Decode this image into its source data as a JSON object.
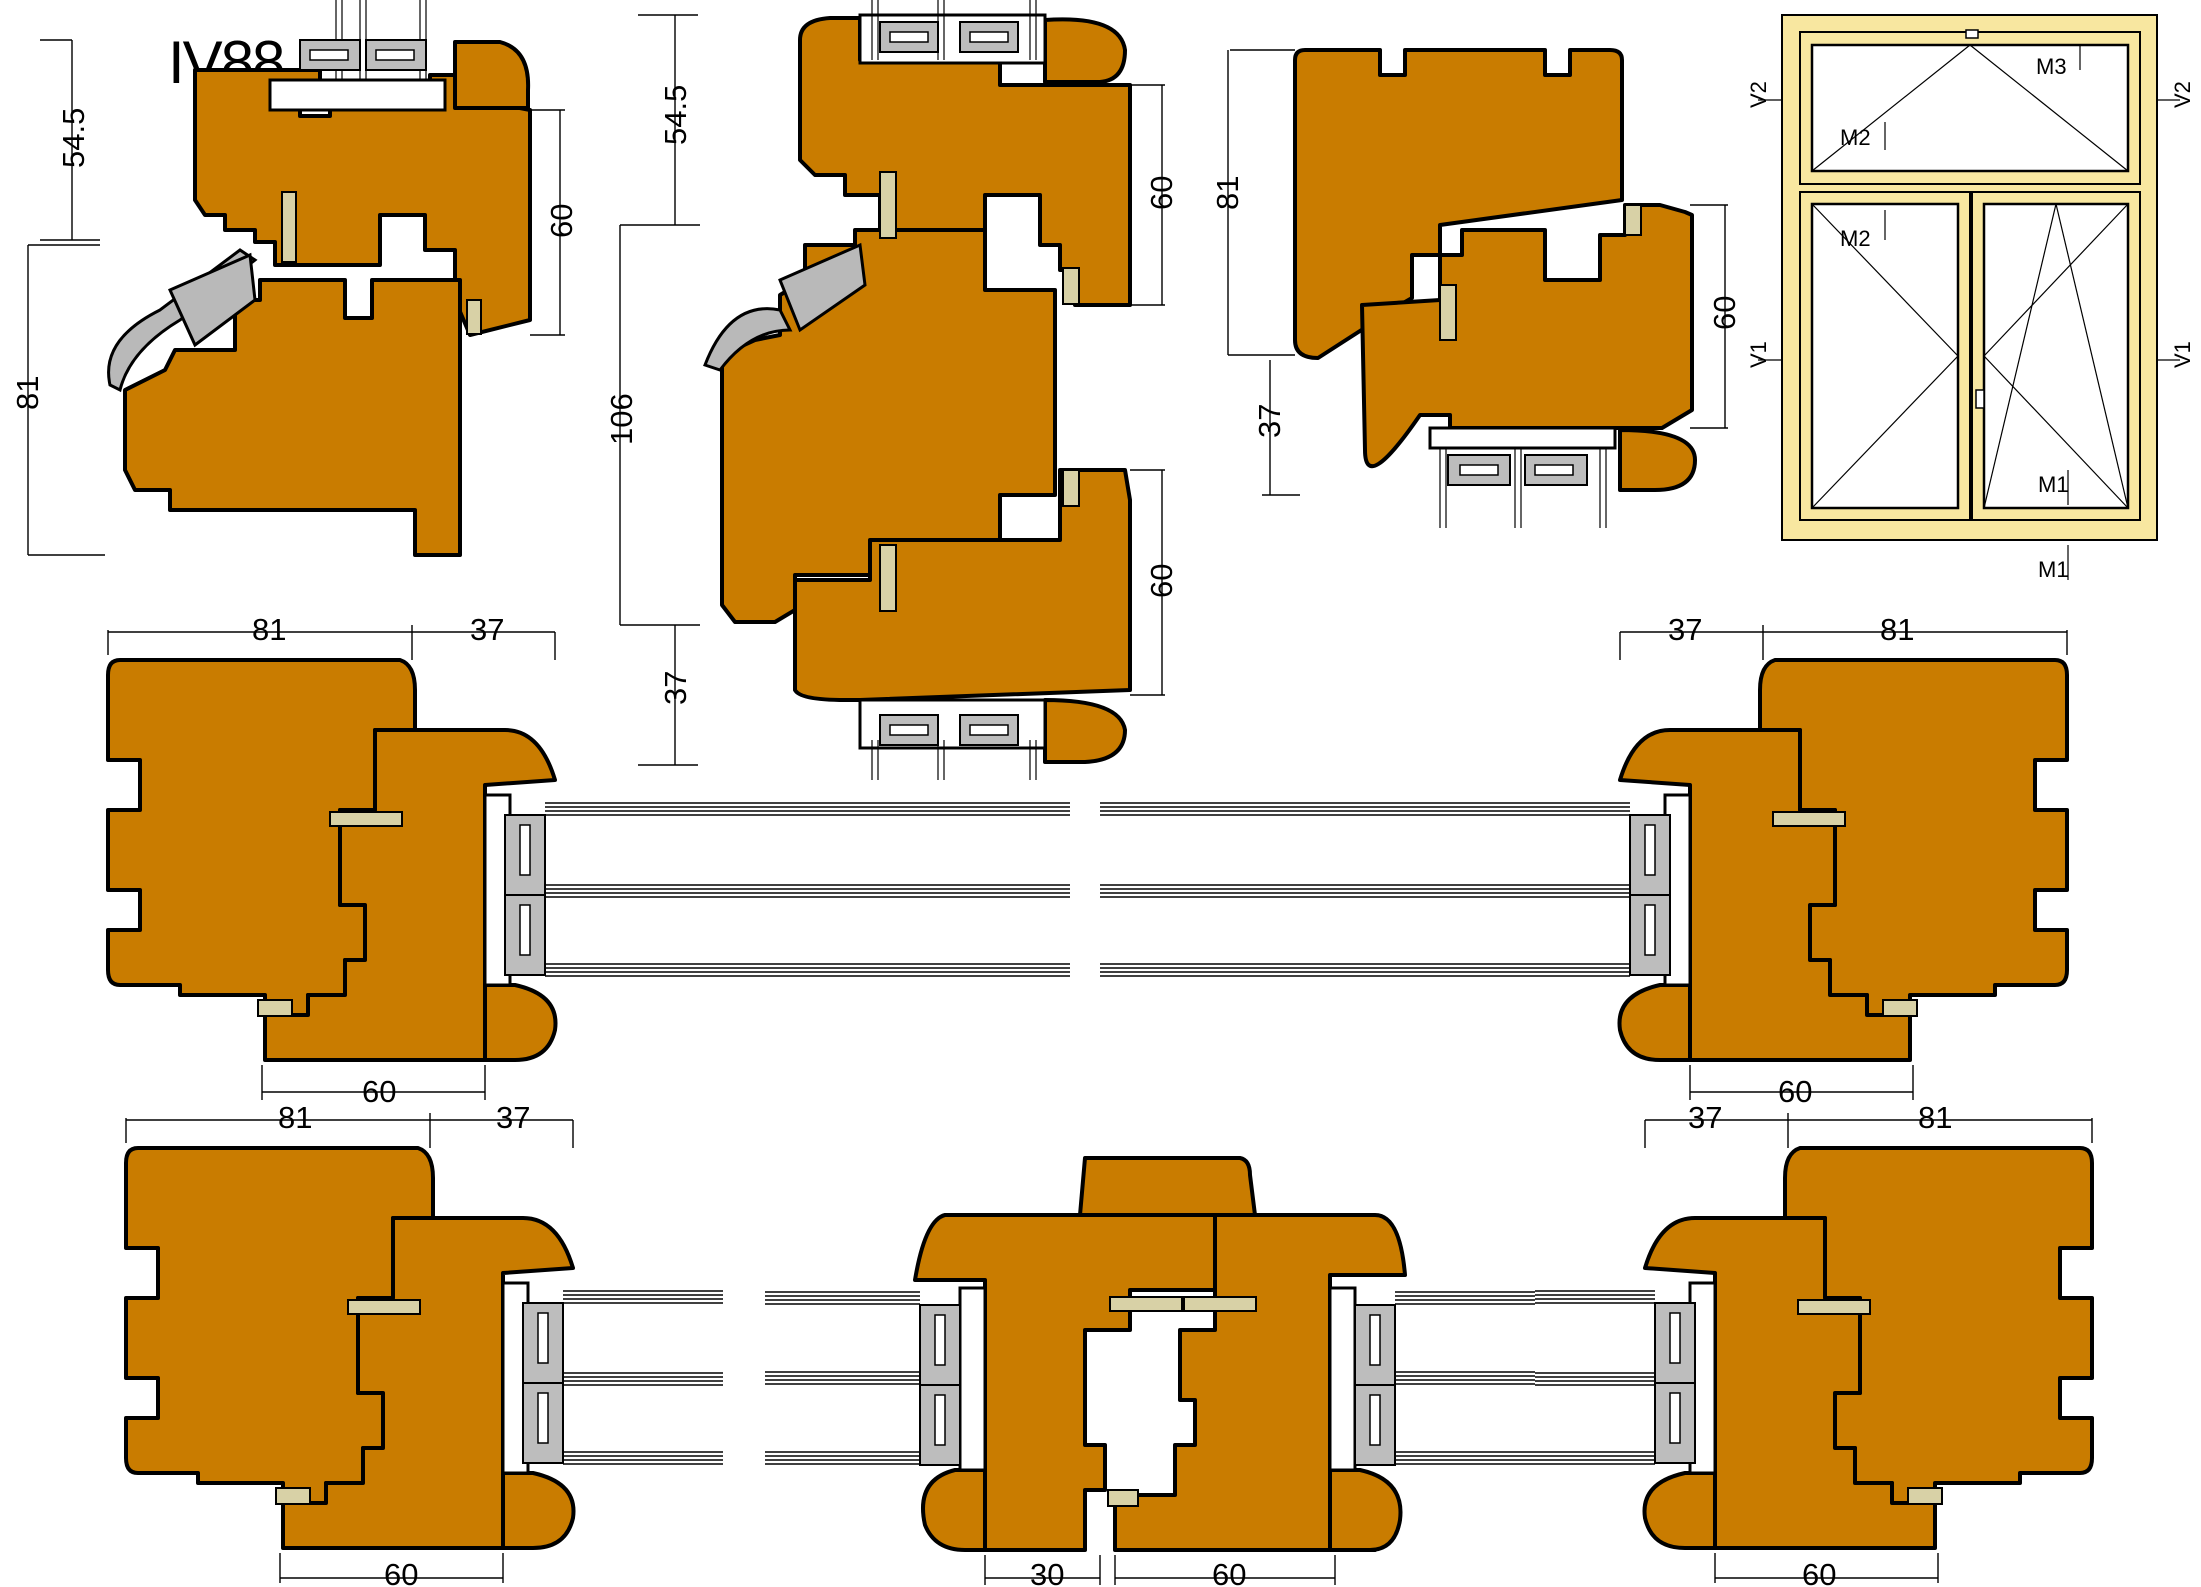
{
  "title": "IV88",
  "dims": {
    "d54_5": "54.5",
    "d60": "60",
    "d81": "81",
    "d106": "106",
    "d37": "37",
    "d30": "30"
  },
  "elevation_marks": {
    "v1": "V1",
    "v2": "V2",
    "m1": "M1",
    "m2": "M2",
    "m3": "M3"
  },
  "colors": {
    "wood": "#c97c00",
    "pine_frame": "#f8e7a0",
    "seal": "#d8d1a6",
    "aluminium": "#b9b9b9"
  }
}
